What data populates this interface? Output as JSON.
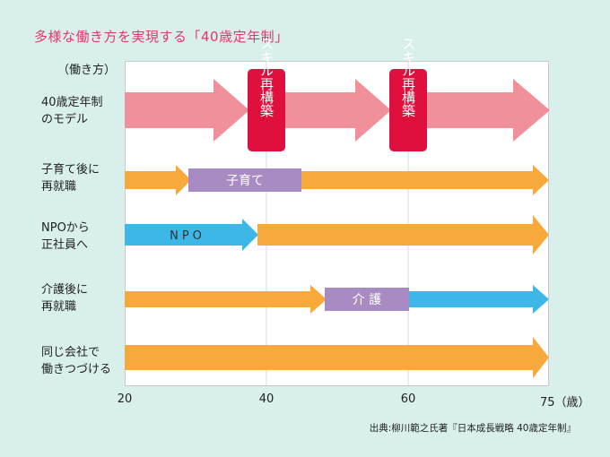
{
  "title": "多様な働き方を実現する「40歳定年制」",
  "unit_label": "（働き方）",
  "rows": [
    {
      "label": "40歳定年制\nのモデル"
    },
    {
      "label": "子育て後に\n再就職"
    },
    {
      "label": "NPOから\n正社員へ"
    },
    {
      "label": "介護後に\n再就職"
    },
    {
      "label": "同じ会社で\n働きつづける"
    }
  ],
  "x_ticks": [
    "20",
    "40",
    "60",
    "75（歳）"
  ],
  "badges": {
    "reskill": "スキル再構築"
  },
  "segments": {
    "childcare": "子育て",
    "npo": "NPO",
    "care": "介 護"
  },
  "source": "出典:柳川範之氏著『日本成長戦略 40歳定年制』",
  "colors": {
    "pink": "#f0909b",
    "orange": "#f7a93c",
    "blue": "#3db6e8",
    "purple": "#a98bc4",
    "red": "#e0103e",
    "title": "#e4366b",
    "background": "#d8efec"
  }
}
